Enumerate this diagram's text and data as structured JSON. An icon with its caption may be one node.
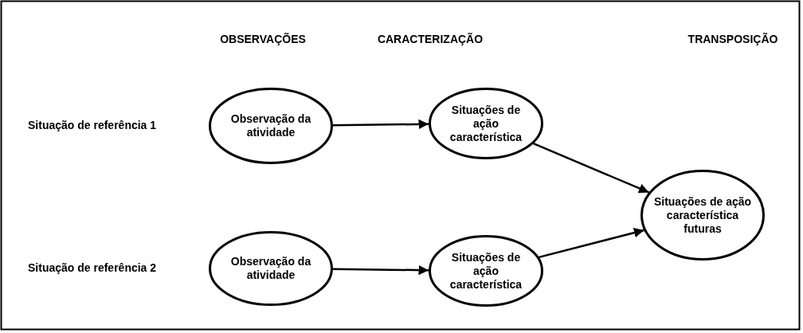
{
  "diagram": {
    "nodes": [
      {
        "text": [
          "Observação da atividade"
        ]
      },
      {
        "text": [
          "Situações de ação característica"
        ]
      },
      {
        "text": [
          "Observação da atividade"
        ]
      },
      {
        "text": [
          "Situações de ação característica"
        ]
      },
      {
        "text": [
          "Situações de ação característica futuras"
        ]
      }
    ],
    "edges": [
      {
        "from": 0,
        "to": 1,
        "arrow": "to"
      },
      {
        "from": 2,
        "to": 3,
        "arrow": "to"
      },
      {
        "from": 1,
        "to": 4,
        "arrow": "to"
      },
      {
        "from": 3,
        "to": 4,
        "arrow": "to"
      }
    ],
    "labels": [
      "OBSERVAÇÕES",
      "CARACTERIZAÇÃO",
      "TRANSPOSIÇÃO",
      "Situação de referência 1",
      "Situação de referência 2"
    ]
  }
}
